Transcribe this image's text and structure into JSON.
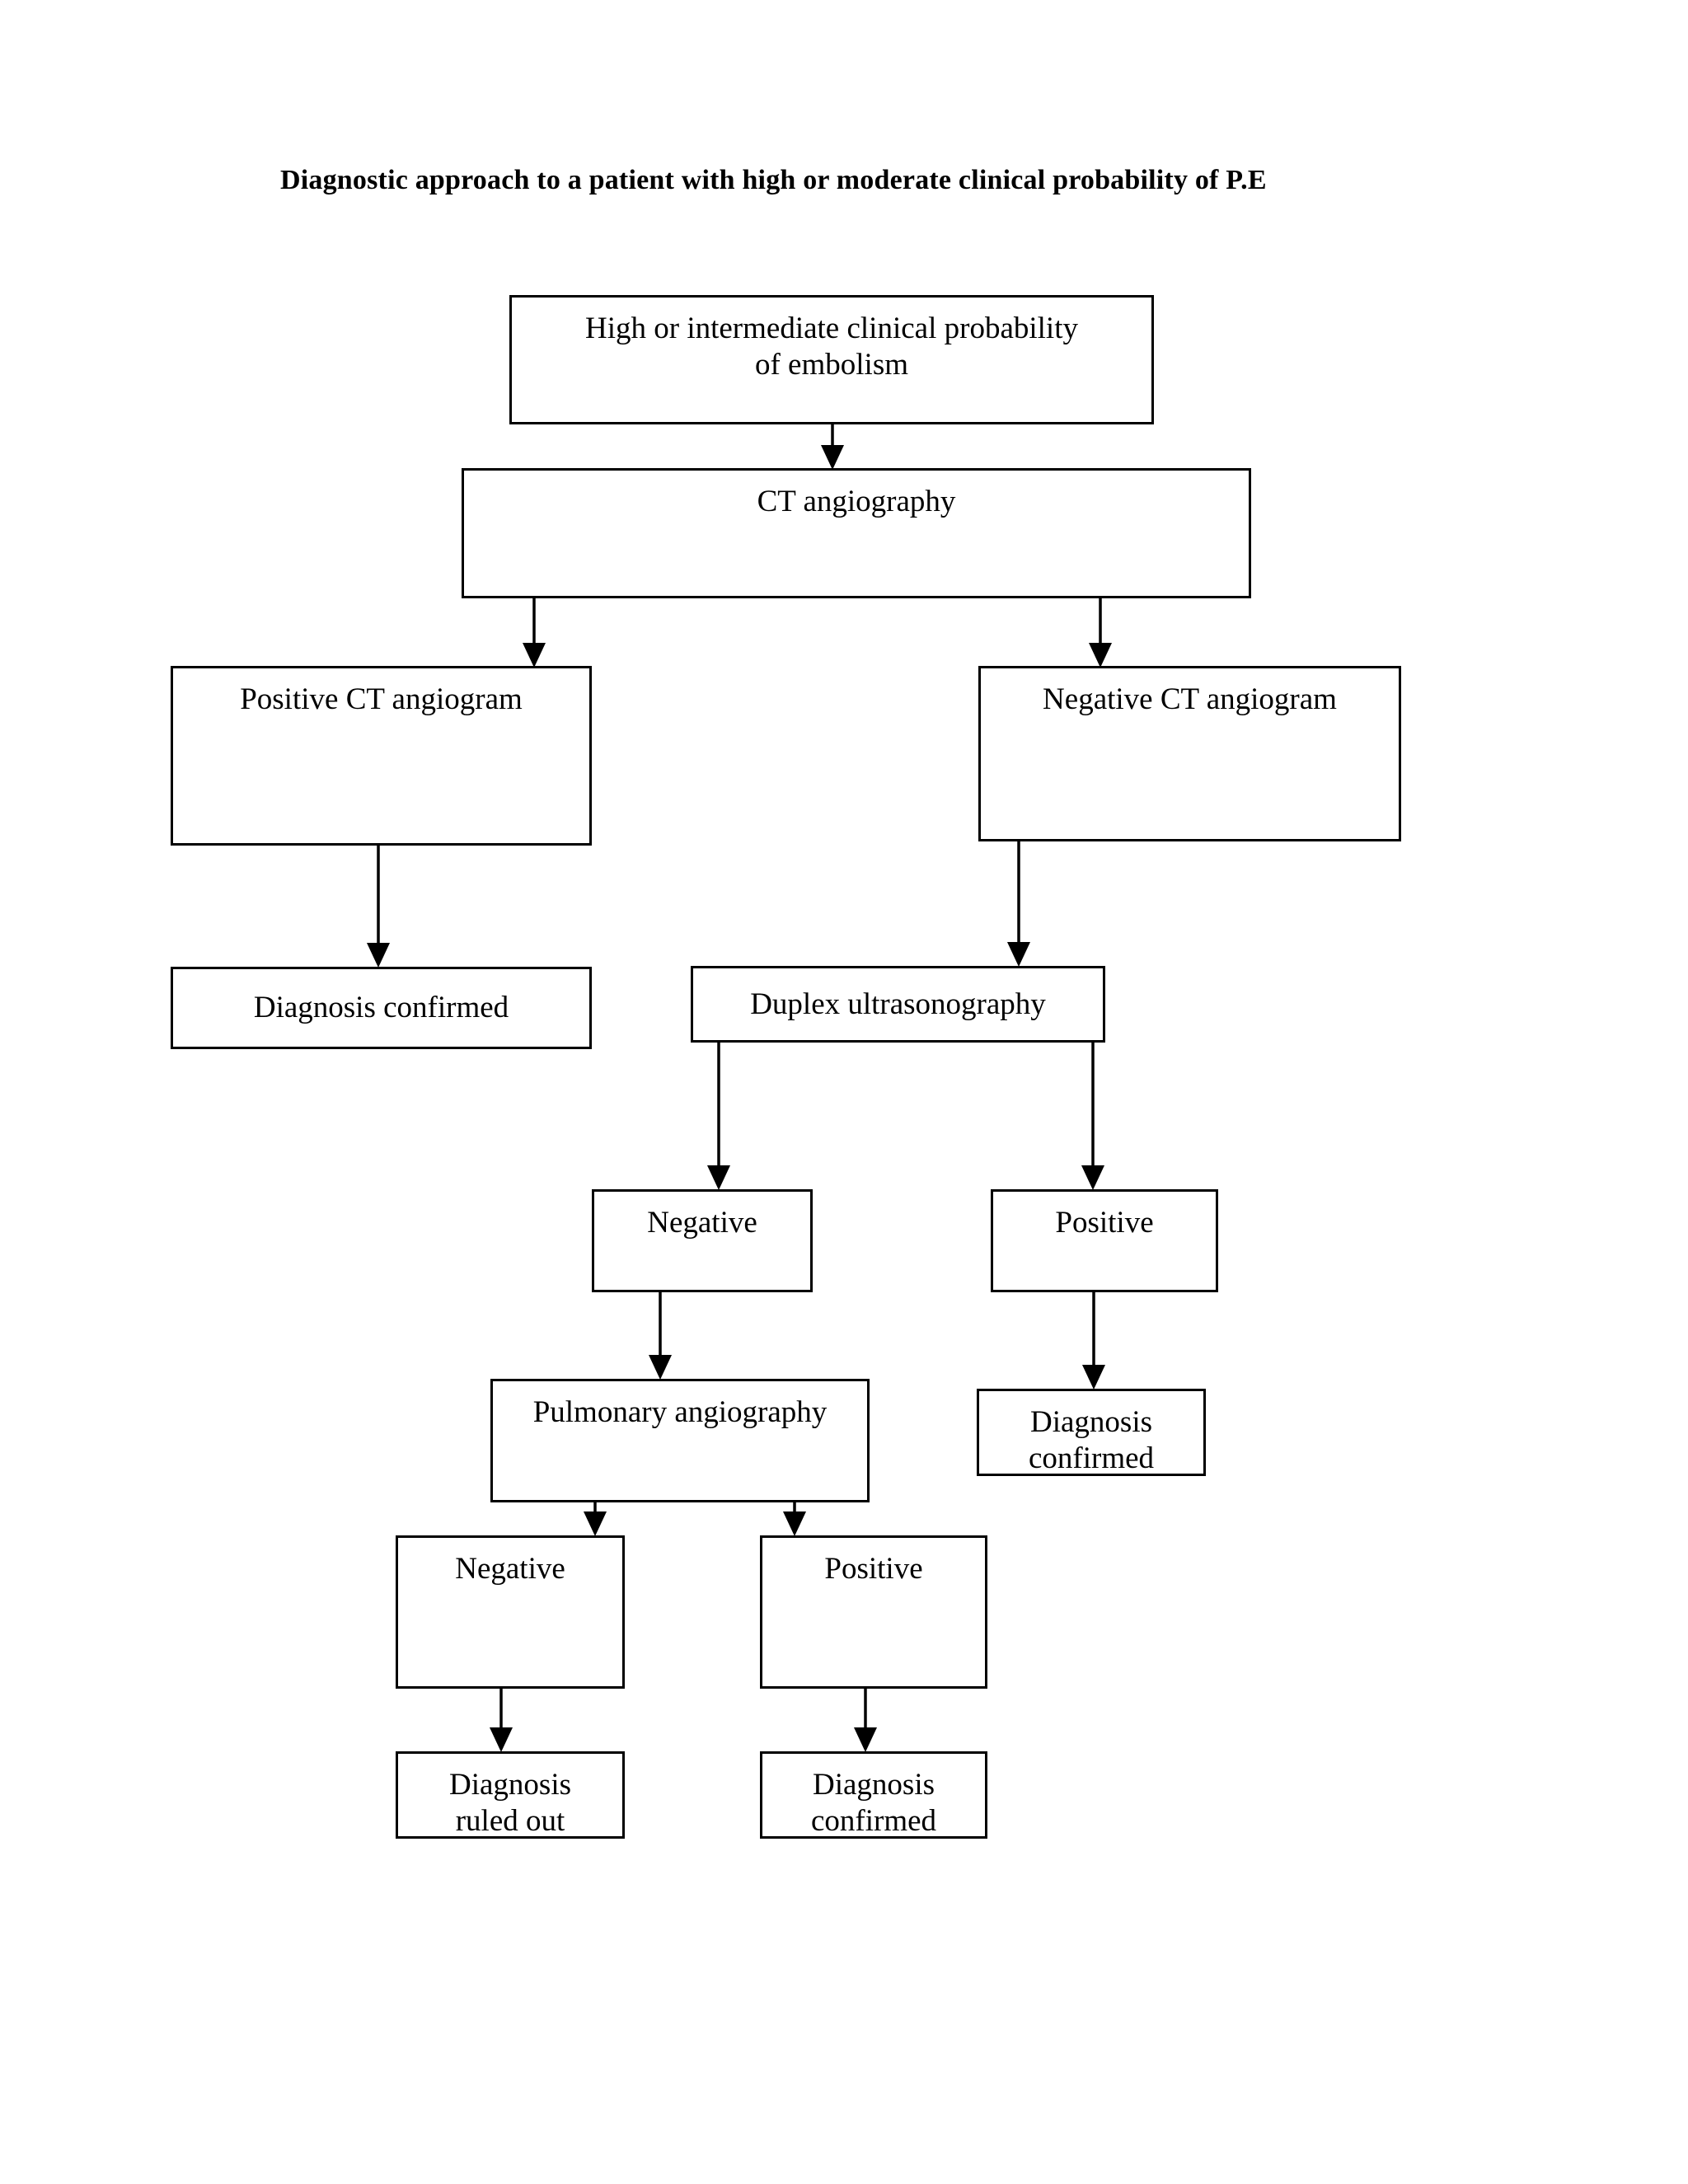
{
  "title": "Diagnostic approach to a patient with high or moderate clinical probability of P.E",
  "colors": {
    "background": "#ffffff",
    "box_border": "#000000",
    "text": "#000000",
    "connector": "#000000"
  },
  "chart_data": {
    "type": "diagram",
    "diagram_kind": "clinical-decision-flowchart",
    "title": "Diagnostic approach to a patient with high or moderate clinical probability of P.E",
    "nodes": [
      {
        "id": "n1",
        "label": "High or intermediate clinical probability\nof embolism",
        "shape": "rectangle"
      },
      {
        "id": "n2",
        "label": "CT angiography",
        "shape": "rectangle"
      },
      {
        "id": "n3",
        "label": "Positive CT angiogram",
        "shape": "rectangle"
      },
      {
        "id": "n4",
        "label": "Negative CT angiogram",
        "shape": "rectangle"
      },
      {
        "id": "n5",
        "label": "Diagnosis confirmed",
        "shape": "rectangle"
      },
      {
        "id": "n6",
        "label": "Duplex ultrasonography",
        "shape": "rectangle"
      },
      {
        "id": "n7",
        "label": "Negative",
        "shape": "rectangle"
      },
      {
        "id": "n8",
        "label": "Positive",
        "shape": "rectangle"
      },
      {
        "id": "n9",
        "label": "Pulmonary angiography",
        "shape": "rectangle"
      },
      {
        "id": "n10",
        "label": "Diagnosis\nconfirmed",
        "shape": "rectangle"
      },
      {
        "id": "n11",
        "label": "Negative",
        "shape": "rectangle"
      },
      {
        "id": "n12",
        "label": "Positive",
        "shape": "rectangle"
      },
      {
        "id": "n13",
        "label": "Diagnosis\nruled out",
        "shape": "rectangle"
      },
      {
        "id": "n14",
        "label": "Diagnosis\nconfirmed",
        "shape": "rectangle"
      }
    ],
    "edges": [
      {
        "from": "n1",
        "to": "n2",
        "arrow": true
      },
      {
        "from": "n2",
        "to": "n3",
        "arrow": true
      },
      {
        "from": "n2",
        "to": "n4",
        "arrow": true
      },
      {
        "from": "n3",
        "to": "n5",
        "arrow": true
      },
      {
        "from": "n4",
        "to": "n6",
        "arrow": true
      },
      {
        "from": "n6",
        "to": "n7",
        "arrow": true
      },
      {
        "from": "n6",
        "to": "n8",
        "arrow": true
      },
      {
        "from": "n7",
        "to": "n9",
        "arrow": true
      },
      {
        "from": "n8",
        "to": "n10",
        "arrow": true
      },
      {
        "from": "n9",
        "to": "n11",
        "arrow": true
      },
      {
        "from": "n9",
        "to": "n12",
        "arrow": true
      },
      {
        "from": "n11",
        "to": "n13",
        "arrow": true
      },
      {
        "from": "n12",
        "to": "n14",
        "arrow": true
      }
    ]
  }
}
